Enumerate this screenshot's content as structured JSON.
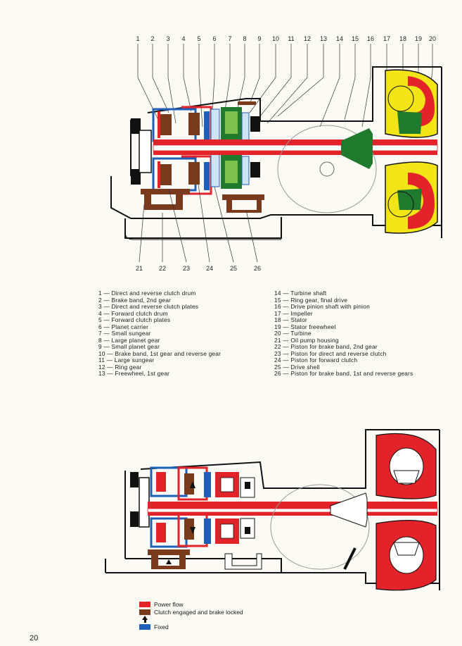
{
  "page_number": "20",
  "top_diagram": {
    "top_numbers": [
      "1",
      "2",
      "3",
      "4",
      "5",
      "6",
      "7",
      "8",
      "9",
      "10",
      "11",
      "12",
      "13",
      "14",
      "15",
      "16",
      "17",
      "18",
      "19",
      "20"
    ],
    "bottom_numbers": [
      "21",
      "22",
      "23",
      "24",
      "25",
      "26"
    ]
  },
  "legend_left": [
    "1 — Direct and reverse clutch drum",
    "2 — Brake band, 2nd gear",
    "3 — Direct and reverse clutch plates",
    "4 — Forward clutch drum",
    "5 — Forward clutch plates",
    "6 — Planet carrier",
    "7 — Small sungear",
    "8 — Large planet gear",
    "9 — Small planet gear",
    "10 — Brake band, 1st gear and reverse gear",
    "11 — Large sungear",
    "12 — Ring gear",
    "13 — Freewheel, 1st gear"
  ],
  "legend_right": [
    "14 — Turbine shaft",
    "15 — Ring gear, final drive",
    "16 — Drive pinion shaft with pinion",
    "17 — Impeller",
    "18 — Stator",
    "19 — Stator freewheel",
    "20 — Turbine",
    "21 — Oil pump housing",
    "22 — Piston for brake band, 2nd gear",
    "23 — Piston for direct and reverse clutch",
    "24 — Piston for forward clutch",
    "25 — Drive shell",
    "26 — Piston for brake band, 1st and reverse gears"
  ],
  "key": {
    "power_flow": "Power flow",
    "engaged": "Clutch engaged and brake locked",
    "fixed": "Fixed"
  },
  "colors": {
    "red": "#e3232a",
    "blue": "#1f5fb8",
    "brown": "#7a3a1c",
    "yellow": "#f2e416",
    "green": "#1f7a2e",
    "lightblue": "#cfe3f2"
  }
}
